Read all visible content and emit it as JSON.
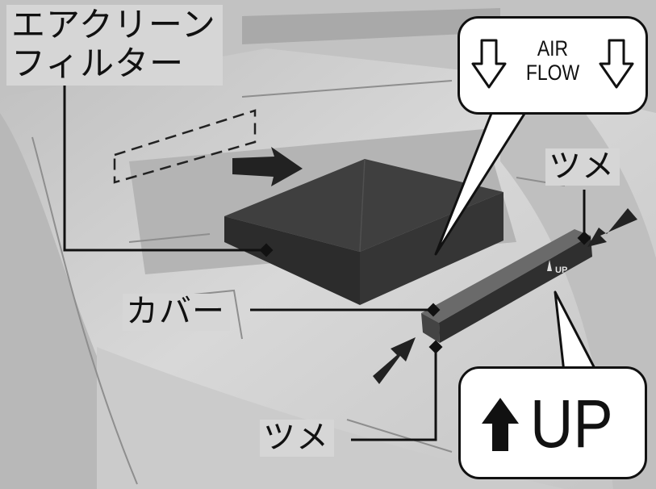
{
  "labels": {
    "filter_line1": "エアクリーン",
    "filter_line2": "フィルター",
    "cover": "カバー",
    "tab_top": "ツメ",
    "tab_bottom": "ツメ"
  },
  "callouts": {
    "airflow_line1": "AIR",
    "airflow_line2": "FLOW",
    "cover_marking": "UP",
    "up": "UP"
  },
  "icons": {
    "airflow_arrows": "hollow-down-arrow-icon",
    "push_arrows": "push-arrow-icon",
    "up_arrow": "up-arrow-icon"
  },
  "colors": {
    "background": "#cfcfcf",
    "filter": "#3a3a3a",
    "label_bg": "#d6d6d6",
    "line": "#111111"
  }
}
